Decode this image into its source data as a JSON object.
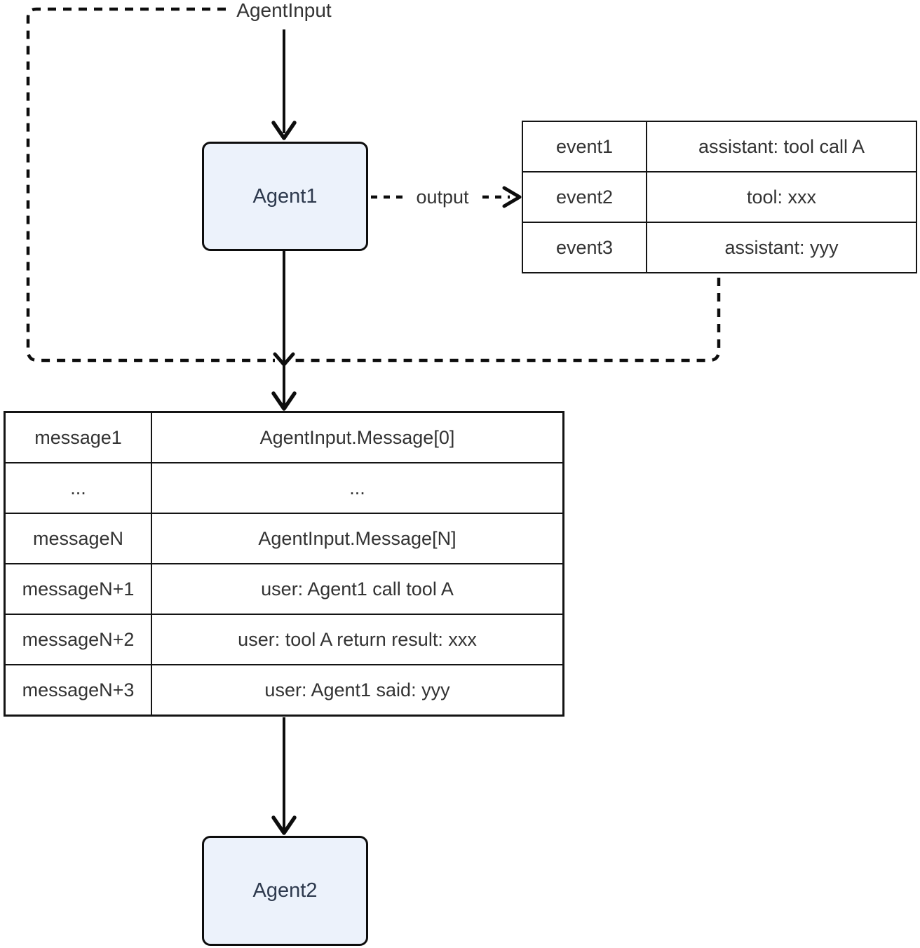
{
  "diagram": {
    "agent_input_label": "AgentInput",
    "output_edge_label": "output",
    "nodes": {
      "agent1": {
        "label": "Agent1"
      },
      "agent2": {
        "label": "Agent2"
      }
    },
    "event_table": {
      "rows": [
        {
          "key": "event1",
          "value": "assistant: tool call A"
        },
        {
          "key": "event2",
          "value": "tool: xxx"
        },
        {
          "key": "event3",
          "value": "assistant: yyy"
        }
      ]
    },
    "message_table": {
      "rows": [
        {
          "key": "message1",
          "value": "AgentInput.Message[0]"
        },
        {
          "key": "...",
          "value": "..."
        },
        {
          "key": "messageN",
          "value": "AgentInput.Message[N]"
        },
        {
          "key": "messageN+1",
          "value": "user: Agent1 call tool A"
        },
        {
          "key": "messageN+2",
          "value": "user: tool A return result: xxx"
        },
        {
          "key": "messageN+3",
          "value": "user: Agent1 said: yyy"
        }
      ]
    },
    "colors": {
      "node_fill": "#ECF2FB",
      "node_border": "#0d0d0d",
      "line": "#0d0d0d",
      "text": "#333333"
    }
  }
}
